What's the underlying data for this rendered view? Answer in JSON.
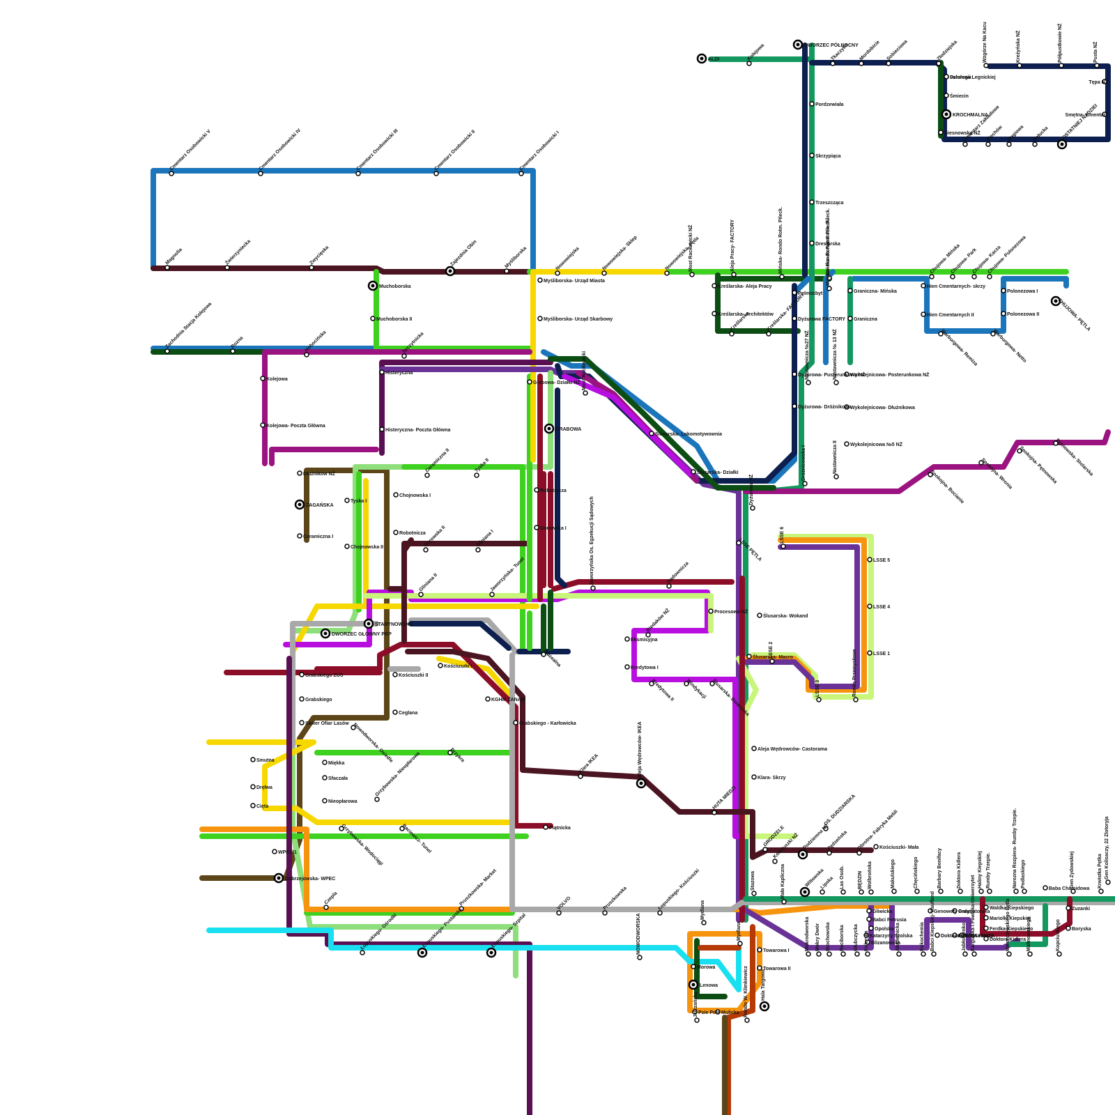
{
  "colors": {
    "blue": "#1b75bb",
    "maroon": "#4a1420",
    "green": "#3fd11f",
    "darkgreen": "#0b4d12",
    "teal": "#13985f",
    "purple": "#6a3296",
    "magenta": "#b80fe0",
    "plum": "#9b1381",
    "navy": "#0c1f4f",
    "yellow": "#f7d700",
    "lightgreen": "#8edf7b",
    "lime": "#c8f57a",
    "red": "#8c0d27",
    "orange": "#f7940f",
    "gray": "#a8a8a8",
    "cyan": "#19e0f0",
    "brown": "#5c4518",
    "rust": "#b53a06",
    "darkpurple": "#5a0f52"
  },
  "stations": [
    {
      "name": "Cmentarz Osobowicki V"
    },
    {
      "name": "Cmentarz Osobowicki IV"
    },
    {
      "name": "Cmentarz Osobowicki III"
    },
    {
      "name": "Cmentarz Osobowicki II"
    },
    {
      "name": "Cmentarz Osobowicki I"
    },
    {
      "name": "Magnolia"
    },
    {
      "name": "Żwierzyniecka"
    },
    {
      "name": "Zwycięska"
    },
    {
      "name": "Zajezdnia Obin"
    },
    {
      "name": "Myśliborska"
    },
    {
      "name": "Nowowiejska"
    },
    {
      "name": "Nowowiejska- Sklep"
    },
    {
      "name": "Nowowiejska- Pętla"
    },
    {
      "name": "Most Raciławicki NŻ"
    },
    {
      "name": "Aleja Pracy- FACTORY"
    },
    {
      "name": "Mińska- Rondo Rotm. Pileck."
    },
    {
      "name": "Muchoborska"
    },
    {
      "name": "Muchoborska II"
    },
    {
      "name": "Myśliborska- Urząd Miasta"
    },
    {
      "name": "Myśliborska- Urząd Skarbowy"
    },
    {
      "name": "Kreślarska- Aleja Pracy"
    },
    {
      "name": "Kreślarska- Architektów"
    },
    {
      "name": "Kreślarska"
    },
    {
      "name": "Kreślarska- FACTORY"
    },
    {
      "name": "Dyżurowa FACTORY"
    },
    {
      "name": "Polmozbyt"
    },
    {
      "name": "Mińska- Rondo Rotm. Pileck."
    },
    {
      "name": "Zachodnia Stacja Kolejowa"
    },
    {
      "name": "Rozna"
    },
    {
      "name": "Hobocińska"
    },
    {
      "name": "Szczytnicka"
    },
    {
      "name": "Kolejowa"
    },
    {
      "name": "Kolejowa- Poczta Główna"
    },
    {
      "name": "Histeryczna"
    },
    {
      "name": "Histeryczna- Poczta Główna"
    },
    {
      "name": "Grabowa- Działki NŻ"
    },
    {
      "name": "GRABOWA"
    },
    {
      "name": "Most Raciławicki"
    },
    {
      "name": "Ślusarska- Lokomotywownia"
    },
    {
      "name": "Ślusarska- Działki"
    },
    {
      "name": "Dyżurowa- Pusterunkowa NŻ"
    },
    {
      "name": "Dyżurowa- Dróżnikowa"
    },
    {
      "name": "Dyżurowa NŻ"
    },
    {
      "name": "Nastawnicza №27 NŻ"
    },
    {
      "name": "Nastawnicza № 13 NŻ"
    },
    {
      "name": "Nastawnicza II"
    },
    {
      "name": "Dróżnicowska I"
    },
    {
      "name": "Wykolejnicowa- Posterunkowa NŻ"
    },
    {
      "name": "Wykolejnicowa- Dłużnikowa"
    },
    {
      "name": "Wykolejnicowa №5 NŻ"
    },
    {
      "name": "Graniczna- Mińska"
    },
    {
      "name": "Graniczna"
    },
    {
      "name": "Mińska- Rondo Rotm. Pileck."
    },
    {
      "name": "Hien Cmentarnych- skrzy"
    },
    {
      "name": "Hien Cmentarnych II"
    },
    {
      "name": "Warburgowa- Remiza"
    },
    {
      "name": "Warburgowa- Netto"
    },
    {
      "name": "Polonezowa I"
    },
    {
      "name": "Polonezowa II"
    },
    {
      "name": "CHUJOWA- PĘTLA"
    },
    {
      "name": "Chujowa- Mińska"
    },
    {
      "name": "Chujowa- Park"
    },
    {
      "name": "Chujowa- Kacza"
    },
    {
      "name": "Chujowa- Polonezowa"
    },
    {
      "name": "Spokojna- Bocianie"
    },
    {
      "name": "Spokojna- Wronia"
    },
    {
      "name": "Spokojna- Pętnowska"
    },
    {
      "name": "Pętnowska- Stolarska"
    },
    {
      "name": "ALDI"
    },
    {
      "name": "Kolejowa"
    },
    {
      "name": "DWORZEC PÓŁNOCNY"
    },
    {
      "name": "Tkaczyka"
    },
    {
      "name": "Mordobicie"
    },
    {
      "name": "Sobieciowa"
    },
    {
      "name": "Złodziejska"
    },
    {
      "name": "Dzlurawa"
    },
    {
      "name": "Pordzewiała"
    },
    {
      "name": "Skrzypiąca"
    },
    {
      "name": "Trzeszcząca"
    },
    {
      "name": "Dresiarska"
    },
    {
      "name": "Patologii Legnickiej"
    },
    {
      "name": "Śmiecin"
    },
    {
      "name": "KROCHMALNA"
    },
    {
      "name": "Biesnowska NŻ"
    },
    {
      "name": "Cmentarz Zakładowe"
    },
    {
      "name": "Biechów"
    },
    {
      "name": "Magiowa"
    },
    {
      "name": "Bałucka"
    },
    {
      "name": "OSTATNIEJ NADZIEI"
    },
    {
      "name": "Wzgórze Na Kacu"
    },
    {
      "name": "Kreżyńska NŻ"
    },
    {
      "name": "Półpustkowie NŻ"
    },
    {
      "name": "Pusta NŻ"
    },
    {
      "name": "Tępa NŻ"
    },
    {
      "name": "Smętna- Cmentarz"
    },
    {
      "name": "Dłużników NŻ"
    },
    {
      "name": "ŻAGAŃSKA"
    },
    {
      "name": "Ceramiczna I"
    },
    {
      "name": "Ceramiczna II"
    },
    {
      "name": "Tyska II"
    },
    {
      "name": "Tyska I"
    },
    {
      "name": "Chojnowska II"
    },
    {
      "name": "Chojnowska I"
    },
    {
      "name": "Robotnicza"
    },
    {
      "name": "Robotnicza"
    },
    {
      "name": "Gorowska I"
    },
    {
      "name": "Gorowska II"
    },
    {
      "name": "Gliniana I"
    },
    {
      "name": "Gliniana II"
    },
    {
      "name": "Jaworzyńska- Tunel"
    },
    {
      "name": "Jaworzyńska Os. Egzekucji Sądowych"
    },
    {
      "name": "Sądownicza"
    },
    {
      "name": "Procesowa NŻ"
    },
    {
      "name": "Biedaków NŻ"
    },
    {
      "name": "Eksmisyjna"
    },
    {
      "name": "Kredytowa I"
    },
    {
      "name": "Kredytowa II"
    },
    {
      "name": "Windykacji"
    },
    {
      "name": "Ślusarska- Biedronka"
    },
    {
      "name": "Ślusarska- Wokand"
    },
    {
      "name": "Ślusarska- Macro"
    },
    {
      "name": "LSSE PĘTLA"
    },
    {
      "name": "LSSE 6"
    },
    {
      "name": "LSSE 5"
    },
    {
      "name": "LSSE 4"
    },
    {
      "name": "LSSE 1"
    },
    {
      "name": "LSSE 2"
    },
    {
      "name": "LSSE 3"
    },
    {
      "name": "Rondo Przemysłowe"
    },
    {
      "name": "STARYNOWSKA"
    },
    {
      "name": "DWORZEC GŁÓWNY PKP"
    },
    {
      "name": "Muzealna"
    },
    {
      "name": "Kościuszki I"
    },
    {
      "name": "Kościuszki II"
    },
    {
      "name": "Ceglana"
    },
    {
      "name": "KGHM ZANAM"
    },
    {
      "name": "Grabskiego - Karłowicka"
    },
    {
      "name": "Grabskiego ZUS"
    },
    {
      "name": "Grabskiego"
    },
    {
      "name": "Skwer Ofiar Lasów"
    },
    {
      "name": "Nowodworska- Osiedle"
    },
    {
      "name": "Przykra"
    },
    {
      "name": "Smutna"
    },
    {
      "name": "Dręłwa"
    },
    {
      "name": "Cięta"
    },
    {
      "name": "Miękka"
    },
    {
      "name": "Sfaczała"
    },
    {
      "name": "Nieopłarowa"
    },
    {
      "name": "Grzybowska- Nieopłarowa"
    },
    {
      "name": "Grzybowska- Wodociągi"
    },
    {
      "name": "Baciewicz- Tunel"
    },
    {
      "name": "Klara IKEA"
    },
    {
      "name": "Aleja Wędrowców- IKEA"
    },
    {
      "name": "Aleja Wędrowców- Castorama"
    },
    {
      "name": "Klara- Skrzy"
    },
    {
      "name": "HUTA MIEDZI"
    },
    {
      "name": "Piątnicka"
    },
    {
      "name": "WPEC 1"
    },
    {
      "name": "Dobrzejowska- WPEC"
    },
    {
      "name": "Czepla"
    },
    {
      "name": "Pruszkowska- Market"
    },
    {
      "name": "VOLVO"
    },
    {
      "name": "Pruszkowska"
    },
    {
      "name": "Łopuskiego- Kościuszki"
    },
    {
      "name": "Łopuskiego- Ośrodki"
    },
    {
      "name": "Łopuskiego- Pustarska"
    },
    {
      "name": "Łopuskiego- Szpital"
    },
    {
      "name": "NOWODWORSKA"
    },
    {
      "name": "OS. DUDZIARSKA"
    },
    {
      "name": "Kościuszki- Mała"
    },
    {
      "name": "Kościuszki NŻ"
    },
    {
      "name": "Podziemna NŻ"
    },
    {
      "name": "Pędzeńska"
    },
    {
      "name": "Obrotna- Fabryka Mebli"
    },
    {
      "name": "GRODZELE"
    },
    {
      "name": "Stazowa"
    },
    {
      "name": "Mała Kapliczna"
    },
    {
      "name": "Wiltowska"
    },
    {
      "name": "Lipska"
    },
    {
      "name": "Las Osob."
    },
    {
      "name": "BĘDZIN"
    },
    {
      "name": "Wolbrońska"
    },
    {
      "name": "Gliwicka"
    },
    {
      "name": "Babci Petrusia"
    },
    {
      "name": "Opolska"
    },
    {
      "name": "Katarzyny Szolska"
    },
    {
      "name": "Blizanowska"
    },
    {
      "name": "Mokrodworska"
    },
    {
      "name": "Mokry Dwór"
    },
    {
      "name": "Brochowska"
    },
    {
      "name": "Raciborska"
    },
    {
      "name": "Głubczycka"
    },
    {
      "name": "Kolerska"
    },
    {
      "name": "Makulskiego"
    },
    {
      "name": "Chęcińskiego"
    },
    {
      "name": "Barbary Bonifacy"
    },
    {
      "name": "Genowefy Baran"
    },
    {
      "name": "Ordynatorska"
    },
    {
      "name": "Doktora Wirtki"
    },
    {
      "name": "Edka Ośmiorzy"
    },
    {
      "name": "Doktora Kidlera"
    },
    {
      "name": "PATA I MATA"
    },
    {
      "name": "Kargulska i Pawlaka-Uniwersytet"
    },
    {
      "name": "Akademicka"
    },
    {
      "name": "Kokochemia"
    },
    {
      "name": "Babci Kiepskiej- Kaufland"
    },
    {
      "name": "Haliny Kiepskiej"
    },
    {
      "name": "Waldka Kiepskiego"
    },
    {
      "name": "Mariolki Kiepskiej"
    },
    {
      "name": "Ferdka Kiepskiego"
    },
    {
      "name": "Doktora Kidlera"
    },
    {
      "name": "Jabłonienko"
    },
    {
      "name": "Rumby Trzepie."
    },
    {
      "name": "Narozna Rozpiera- Rumby Trzepie."
    },
    {
      "name": "Podlaskiego"
    },
    {
      "name": "Baba Chamidowa"
    },
    {
      "name": "Gen Zydowskiej"
    },
    {
      "name": "Zuzanki"
    },
    {
      "name": "Boryska"
    },
    {
      "name": "Kopciuskiego"
    },
    {
      "name": "Malinowskiego"
    },
    {
      "name": "Mieszczyńskiego Pętla"
    },
    {
      "name": "Krwistka Pętka"
    },
    {
      "name": "Gen Kolisaczy, 22 Zlotoryja"
    },
    {
      "name": "Mydlana"
    },
    {
      "name": "Morowa"
    },
    {
      "name": "Lenowa"
    },
    {
      "name": "Psie Pole"
    },
    {
      "name": "Mulicka"
    },
    {
      "name": "Jelczańska"
    },
    {
      "name": "Rondo W. Klimkiewicz"
    },
    {
      "name": "Hala Targowa"
    },
    {
      "name": "Towarowa I"
    },
    {
      "name": "Towarowa II"
    },
    {
      "name": "Mydlana"
    }
  ]
}
